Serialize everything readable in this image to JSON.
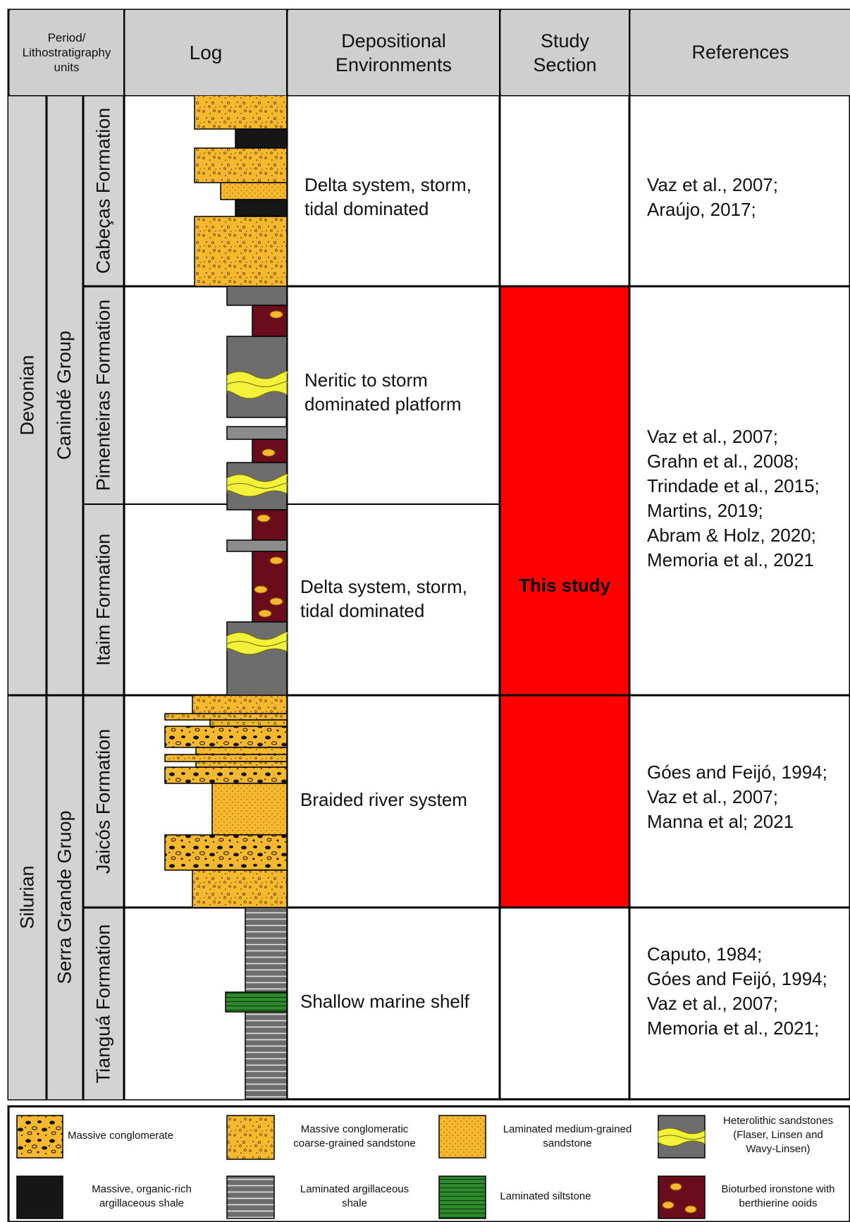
{
  "headers": {
    "period": "Period/\nLithostratigraphy\nunits",
    "log": "Log",
    "environments": "Depositional\nEnvironments",
    "study": "Study\nSection",
    "references": "References"
  },
  "periods": [
    "Devonian",
    "Silurian"
  ],
  "groups": [
    "Canindé Group",
    "Serra Grande Gruop"
  ],
  "formations": [
    "Cabeças Formation",
    "Pimenteiras Formation",
    "Itaim Formation",
    "Jaicós Formation",
    "Tianguá Formation"
  ],
  "environments": [
    "Delta system, storm,\ntidal dominated",
    "Neritic to storm\ndominated platform",
    "Delta system, storm,\ntidal dominated",
    "Braided river system",
    "Shallow marine shelf"
  ],
  "study_section": "This study",
  "references": [
    [
      "Vaz et al., 2007;",
      "Araújo, 2017;"
    ],
    [
      "Vaz et al., 2007;",
      "Grahn et al., 2008;",
      "Trindade et al., 2015;",
      "Martins, 2019;",
      "Abram & Holz, 2020;",
      "Memoria et al., 2021"
    ],
    [
      "Góes and Feijó, 1994;",
      "Vaz et al., 2007;",
      "Manna et al; 2021"
    ],
    [
      "Caputo, 1984;",
      "Góes and Feijó, 1994;",
      "Vaz et al., 2007;",
      "Memoria et al., 2021;"
    ]
  ],
  "legend": [
    "Massive conglomerate",
    "Massive conglomeratic\ncoarse-grained sandstone",
    "Laminated medium-grained\nsandstone",
    "Heterolithic sandstones\n(Flaser, Linsen and\nWavy-Linsen)",
    "Massive, organic-rich\nargillaceous shale",
    "Laminated argillaceous\nshale",
    "Laminated siltstone",
    "Bioturbed ironstone with\nberthierine ooids"
  ],
  "colors": {
    "header_bg": "#cfcfcf",
    "unit_bg": "#d3d3d3",
    "sand": "#f5b82e",
    "shale_gray": "#6d6d6d",
    "organic_shale": "#161616",
    "ironstone": "#6a0c1c",
    "siltstone": "#2e8b2e",
    "heterolithic_yellow": "#f4f13a",
    "study_red": "#ff0000"
  }
}
